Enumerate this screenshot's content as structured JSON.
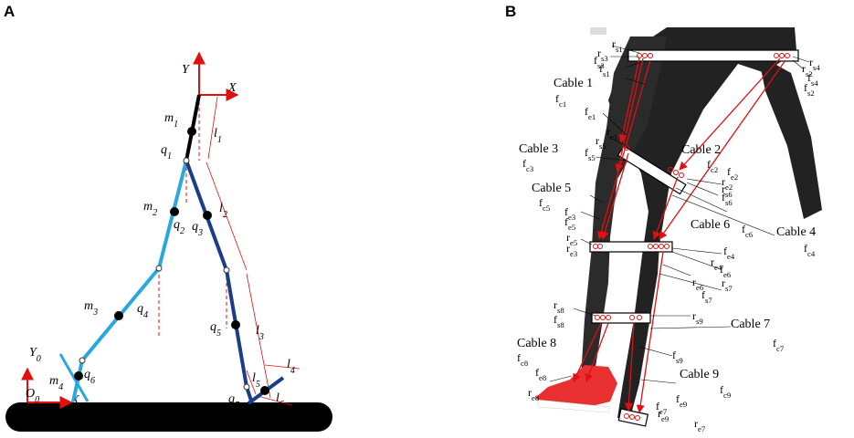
{
  "panel_a": {
    "letter": "A",
    "axes": {
      "Y": "Y",
      "X": "X",
      "Y0": "Y0",
      "O0": "O0",
      "X0": "X0"
    },
    "masses": [
      "m1",
      "m2",
      "m3",
      "m4"
    ],
    "joints": [
      "q1",
      "q2",
      "q3",
      "q4",
      "q5",
      "q6",
      "q7"
    ],
    "lengths": [
      "l1",
      "l2",
      "l3",
      "l4",
      "l5",
      "l6"
    ]
  },
  "panel_b": {
    "letter": "B",
    "cables": [
      "Cable 1",
      "Cable 2",
      "Cable 3",
      "Cable 4",
      "Cable 5",
      "Cable 6",
      "Cable 7",
      "Cable 8",
      "Cable 9"
    ],
    "force_labels": {
      "fs1": "fs1",
      "fs2": "fs2",
      "fs3": "fs3",
      "fs4": "fs4",
      "fs5": "fs5",
      "fs6": "fs6",
      "fs7": "fs7",
      "fs8": "fs8",
      "fs9": "fs9",
      "fe1": "fe1",
      "fe2": "fe2",
      "fe3": "fe3",
      "fe4": "fe4",
      "fe5": "fe5",
      "fe6": "fe6",
      "fe7": "fe7",
      "fe8": "fe8",
      "fe9": "fe9",
      "fc1": "fc1",
      "fc2": "fc2",
      "fc3": "fc3",
      "fc4": "fc4",
      "fc5": "fc5",
      "fc6": "fc6",
      "fc7": "fc7",
      "fc8": "fc8",
      "fc9": "fc9"
    },
    "radius_labels": {
      "rs1": "rs1",
      "rs2": "rs2",
      "rs3": "rs3",
      "rs4": "rs4",
      "rs5": "rs5",
      "rs6": "rs6",
      "rs7": "rs7",
      "rs8": "rs8",
      "rs9": "rs9",
      "re1": "re1",
      "re2": "re2",
      "re3": "re3",
      "re4": "re4",
      "re5": "re5",
      "re6": "re6",
      "re7": "re7",
      "re8": "re8",
      "re9": "re9"
    }
  },
  "colors": {
    "thigh_left": "#2aa7e0",
    "leg_right": "#1a3d8a",
    "torso": "#000000",
    "cable": "#e01010",
    "shoe": "#e83030",
    "pants": "#222222"
  }
}
